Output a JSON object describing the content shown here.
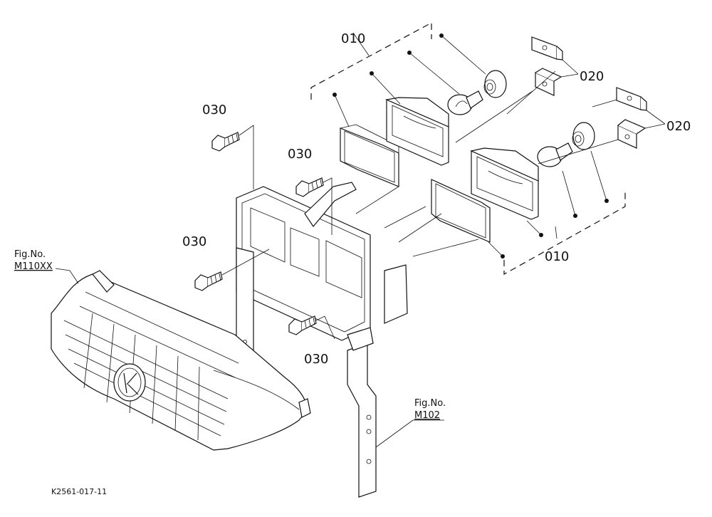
{
  "labels": {
    "group_top": "010",
    "group_bottom": "010",
    "bracket_top": "020",
    "bracket_bottom": "020",
    "bolt_1": "030",
    "bolt_2": "030",
    "bolt_3": "030",
    "bolt_4": "030"
  },
  "references": {
    "grille_fig_label": "Fig.No.",
    "grille_fig_number": "M110XX",
    "frame_fig_label": "Fig.No.",
    "frame_fig_number": "M102"
  },
  "drawing_code": "K2561-017-11",
  "icons": {
    "grille": "kubota-logo-grille",
    "bulb": "lamp-bulb-icon",
    "socket": "bulb-socket-icon",
    "bolt": "flange-bolt-icon"
  }
}
